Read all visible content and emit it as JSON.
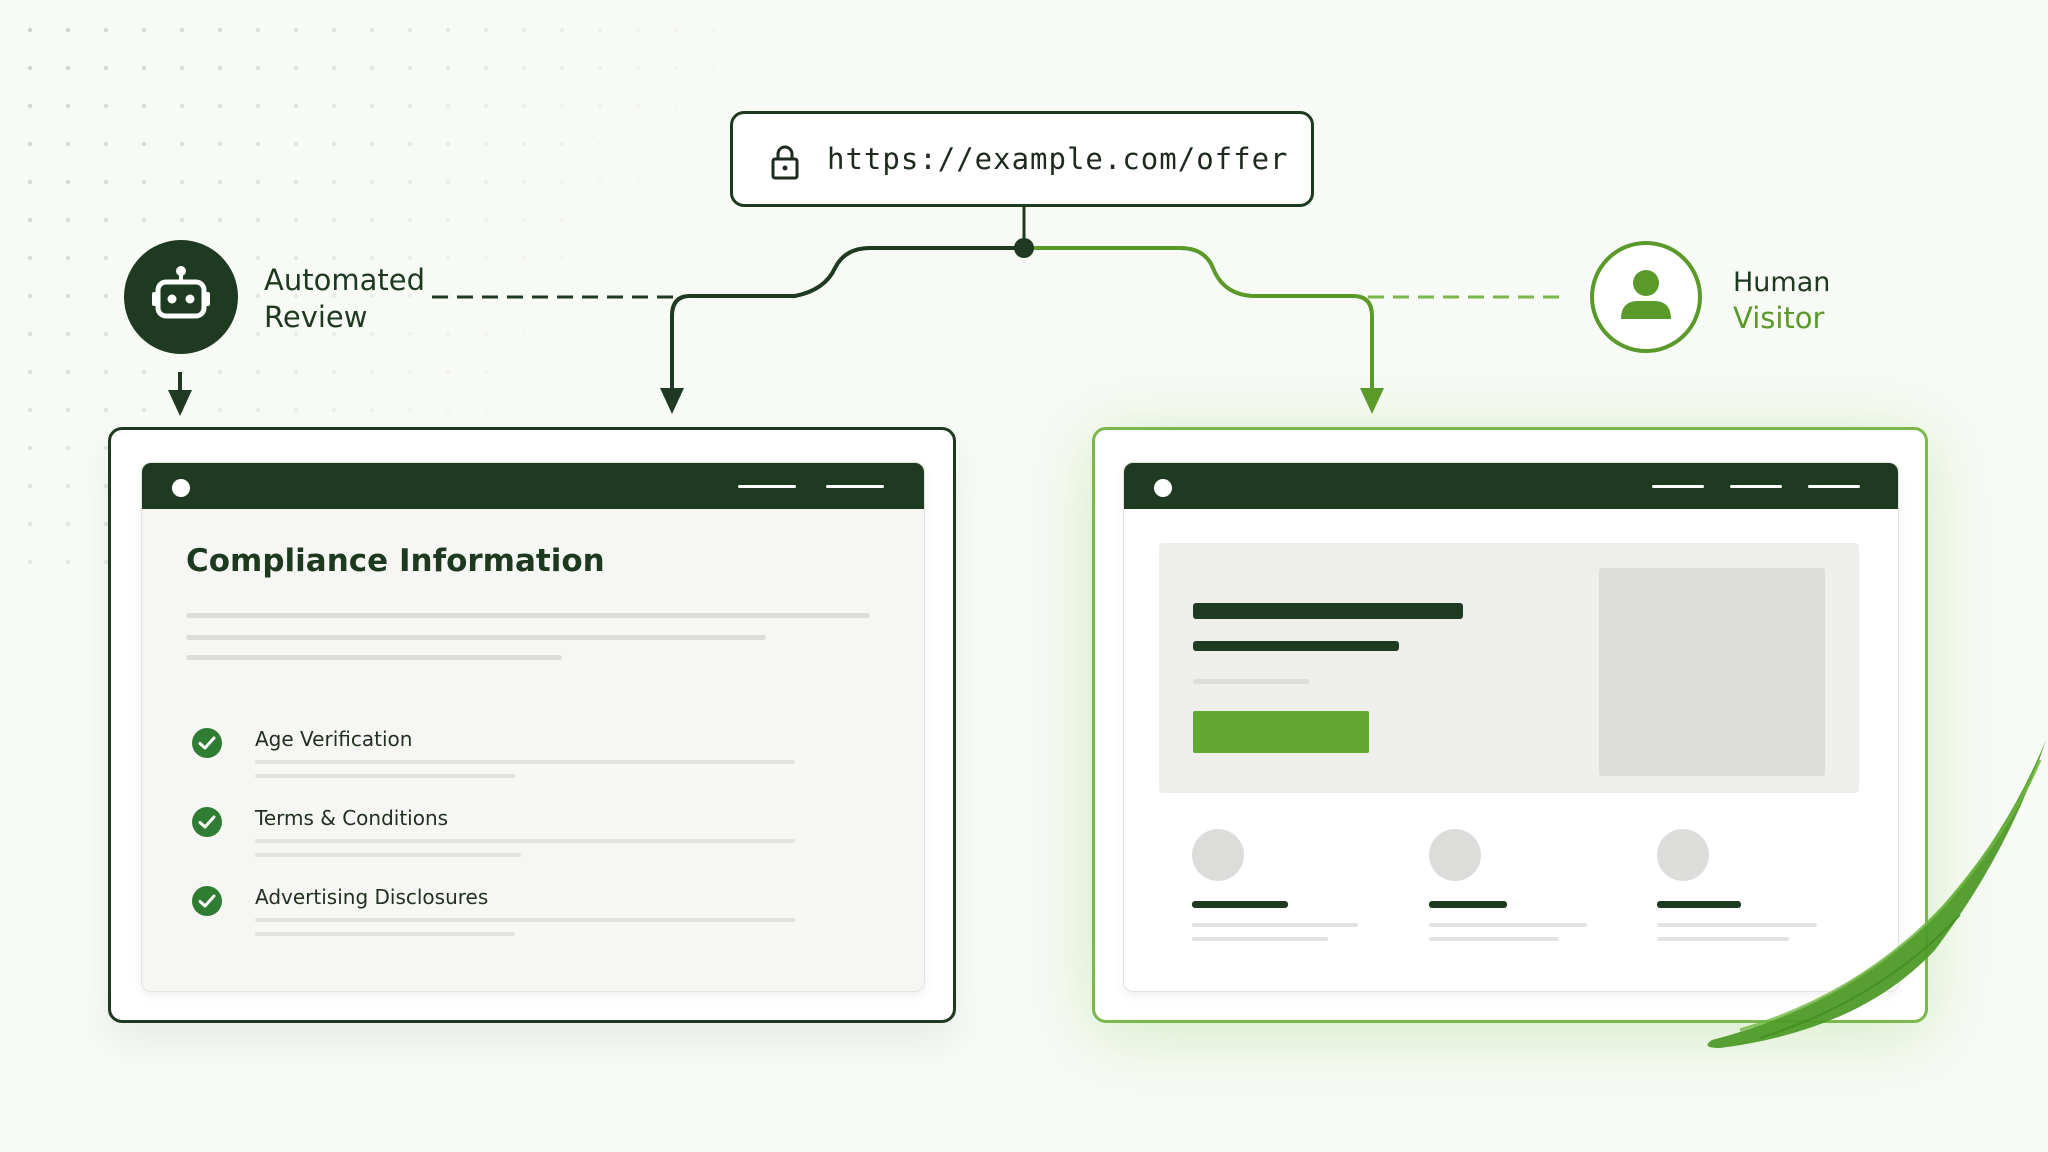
{
  "url_bar": {
    "url": "https://example.com/offer",
    "icon": "lock-icon"
  },
  "automated_review": {
    "line1": "Automated",
    "line2": "Review",
    "icon": "robot-icon"
  },
  "human_visitor": {
    "line1": "Human",
    "line2": "Visitor",
    "icon": "person-icon"
  },
  "compliance_page": {
    "title": "Compliance Information",
    "items": [
      {
        "label": "Age Verification"
      },
      {
        "label": "Terms & Conditions"
      },
      {
        "label": "Advertising Disclosures"
      }
    ]
  },
  "colors": {
    "dark_green": "#1e3a20",
    "accent_green": "#62a832",
    "light_green_border": "#7ab84e",
    "background": "#f8faf6"
  }
}
